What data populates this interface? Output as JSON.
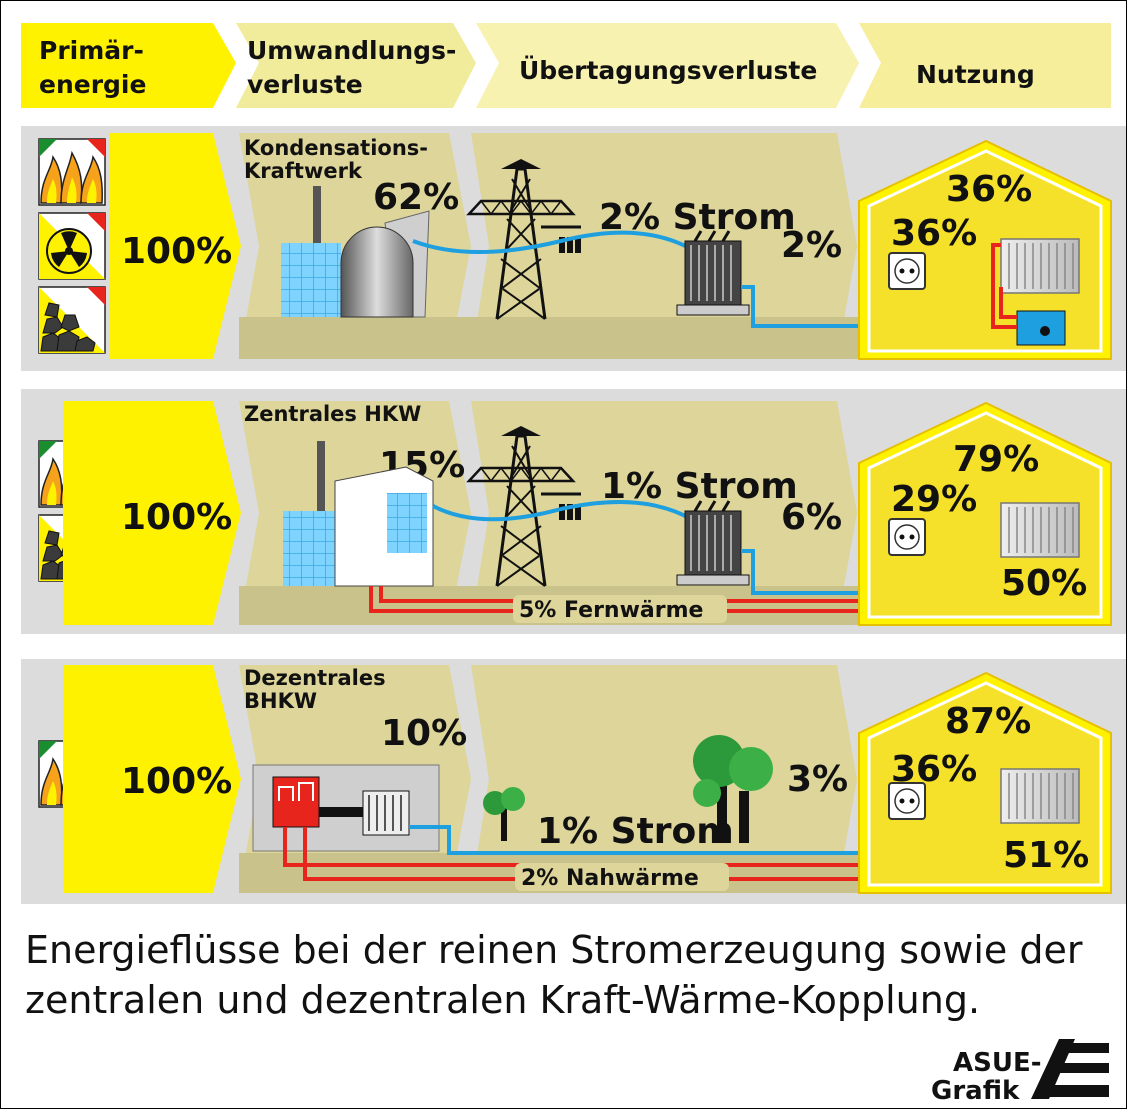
{
  "header": {
    "col1": [
      "Primär-",
      "energie"
    ],
    "col2": [
      "Umwandlungs-",
      "verluste"
    ],
    "col3": "Übertagungsverluste",
    "col4": "Nutzung"
  },
  "rows": [
    {
      "primary": "100%",
      "plant": [
        "Kondensations-",
        "Kraftwerk"
      ],
      "conversion_loss": "62%",
      "transmission": "2% Strom",
      "transformer_loss": "2%",
      "use_total": "36%",
      "use_power": "36%",
      "use_heat": "",
      "band": ""
    },
    {
      "primary": "100%",
      "plant": [
        "Zentrales HKW"
      ],
      "conversion_loss": "15%",
      "transmission": "1% Strom",
      "transformer_loss": "6%",
      "use_total": "79%",
      "use_power": "29%",
      "use_heat": "50%",
      "band": "5% Fernwärme"
    },
    {
      "primary": "100%",
      "plant": [
        "Dezentrales",
        "BHKW"
      ],
      "conversion_loss": "10%",
      "transmission": "1% Strom",
      "transformer_loss": "3%",
      "use_total": "87%",
      "use_power": "36%",
      "use_heat": "51%",
      "band": "2% Nahwärme"
    }
  ],
  "caption": [
    "Energieflüsse bei der reinen Stromerzeugung sowie der",
    "zentralen und dezentralen Kraft-Wärme-Kopplung."
  ],
  "logo": [
    "ASUE-",
    "Grafik"
  ],
  "colors": {
    "yellow": "#fff200",
    "pale_yellow": "#f6f0a8",
    "khaki": "#ddd59a",
    "gray_band": "#dcdcdc",
    "house": "#f5e12a",
    "power_line": "#1e9fe0",
    "heat_line": "#e8251d"
  }
}
